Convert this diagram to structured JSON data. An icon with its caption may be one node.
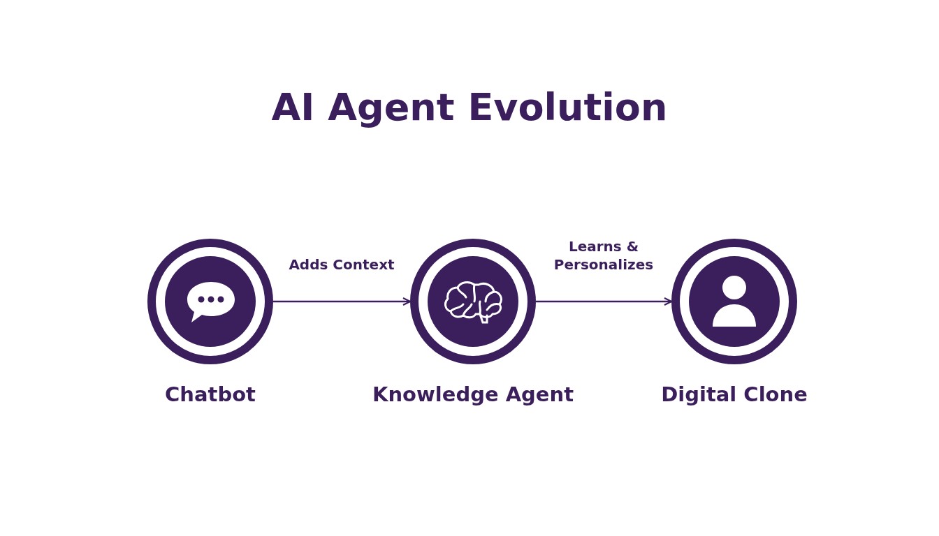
{
  "diagram": {
    "title": "AI Agent Evolution",
    "nodes": [
      {
        "text": [
          "Chatbot"
        ]
      },
      {
        "text": [
          "Knowledge Agent"
        ]
      },
      {
        "text": [
          "Digital Clone"
        ]
      }
    ],
    "edges": [
      {
        "from": 0,
        "to": 1,
        "arrow": "to",
        "label": "Adds Context"
      },
      {
        "from": 1,
        "to": 2,
        "arrow": "to",
        "label": "Learns & Personalizes"
      }
    ]
  }
}
